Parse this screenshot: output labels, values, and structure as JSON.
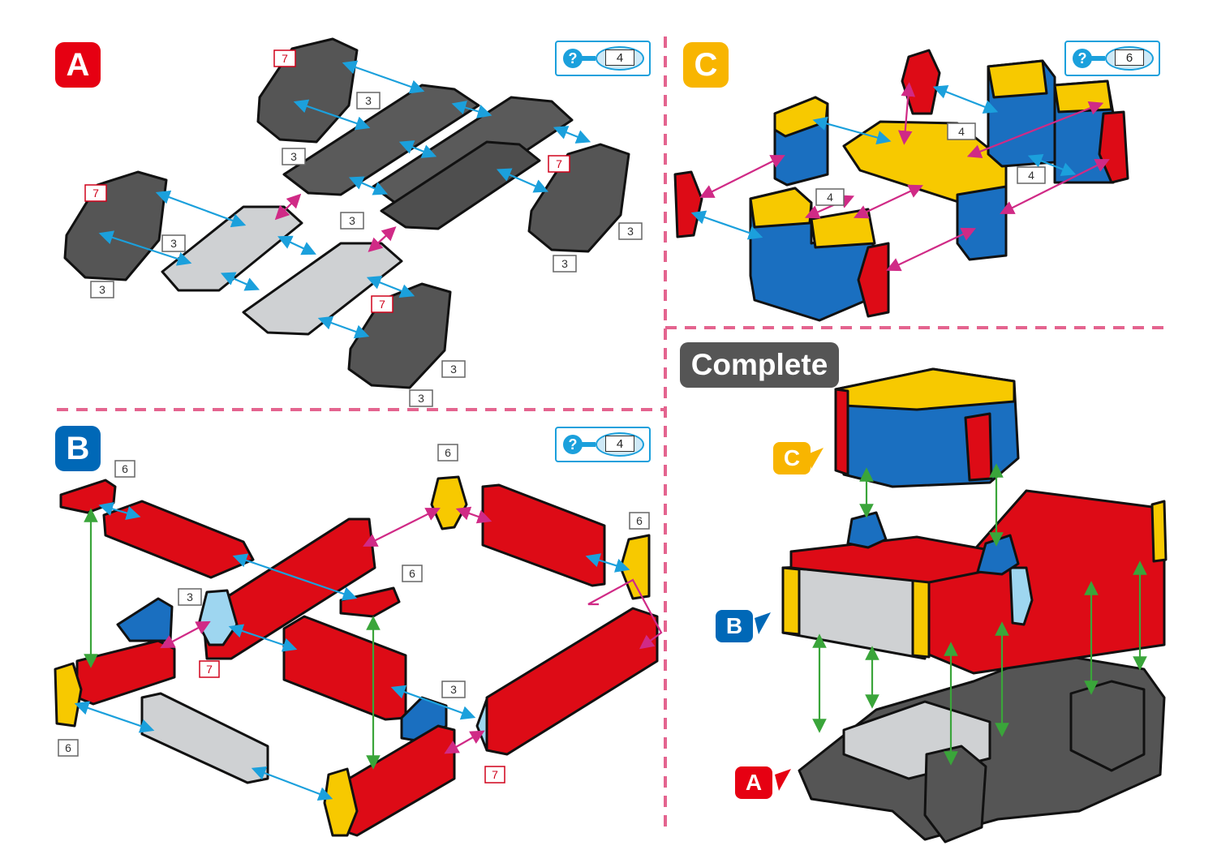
{
  "sections": {
    "a": {
      "badge": "A",
      "hint_count": "4"
    },
    "b": {
      "badge": "B",
      "hint_count": "4"
    },
    "c": {
      "badge": "C",
      "hint_count": "6"
    },
    "complete": {
      "title": "Complete",
      "labels": [
        "C",
        "B",
        "A"
      ]
    }
  },
  "piece_labels": {
    "a": [
      "7",
      "3",
      "3",
      "7",
      "3",
      "3",
      "7",
      "3",
      "3",
      "7",
      "3",
      "3",
      "3"
    ],
    "b": [
      "6",
      "6",
      "6",
      "3",
      "7",
      "6",
      "3",
      "7",
      "6"
    ],
    "c": [
      "4",
      "4",
      "4"
    ]
  },
  "colors": {
    "badge_a": "#e60012",
    "badge_b": "#0068b7",
    "badge_c": "#f8b500",
    "divider": "#e4648f",
    "hint_blue": "#1ba0dc",
    "red": "#dd0b16",
    "blue": "#1a6fc0",
    "yellow": "#f7c900",
    "dark_gray": "#5a5a5a",
    "light_gray": "#cfd1d3",
    "light_blue": "#9ed6f0",
    "arrow_blue": "#1ba0dc",
    "arrow_magenta": "#d02a86",
    "arrow_green": "#3aa53a"
  }
}
